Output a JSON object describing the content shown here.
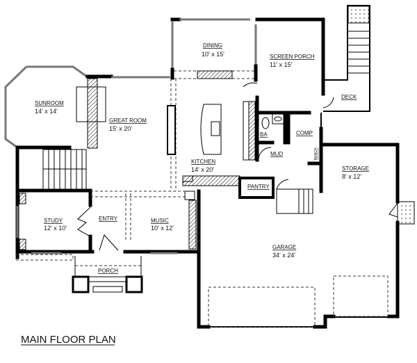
{
  "plan_title": "MAIN FLOOR PLAN",
  "rooms": [
    {
      "name": "SUNROOM",
      "dims": "14' x 14'"
    },
    {
      "name": "GREAT ROOM",
      "dims": "15' x 20'"
    },
    {
      "name": "DINING",
      "dims": "10' x 15'"
    },
    {
      "name": "SCREEN PORCH",
      "dims": "11' x 15'"
    },
    {
      "name": "DECK",
      "dims": ""
    },
    {
      "name": "KITCHEN",
      "dims": "14' x 20'"
    },
    {
      "name": "BA",
      "dims": ""
    },
    {
      "name": "COMP",
      "dims": ""
    },
    {
      "name": "MUD",
      "dims": ""
    },
    {
      "name": "PANTRY",
      "dims": ""
    },
    {
      "name": "STORAGE",
      "dims": "8' x 12'"
    },
    {
      "name": "STUDY",
      "dims": "12' x 10'"
    },
    {
      "name": "ENTRY",
      "dims": ""
    },
    {
      "name": "MUSIC",
      "dims": "10' x 12'"
    },
    {
      "name": "PORCH",
      "dims": ""
    },
    {
      "name": "GARAGE",
      "dims": "34' x 24'"
    },
    {
      "name": "BENCH",
      "dims": ""
    }
  ]
}
